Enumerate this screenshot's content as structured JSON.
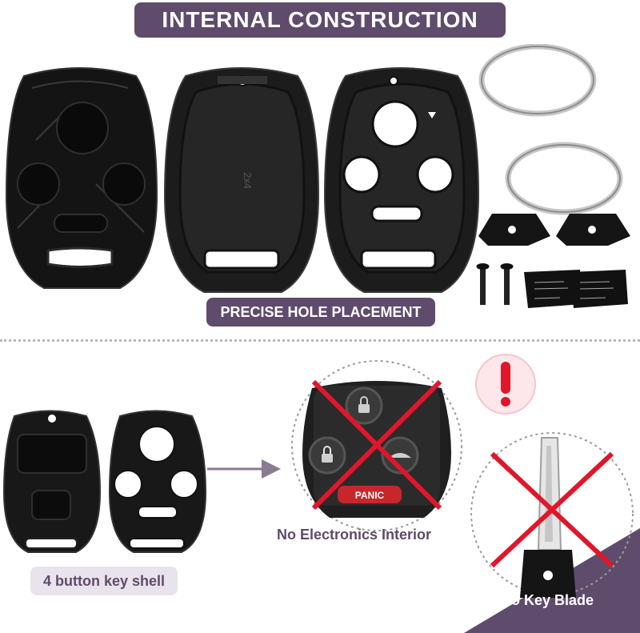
{
  "header": {
    "title": "INTERNAL CONSTRUCTION"
  },
  "labels": {
    "hole_placement": "PRECISE HOLE PLACEMENT",
    "key_shell": "4 button key shell",
    "no_electronics": "No Electronics Interior",
    "no_key_blade": "No Key Blade"
  },
  "small_print": {
    "pcb_button_text": "PANIC",
    "part_mark": "2x4"
  },
  "colors": {
    "accent_purple": "#5f4b6b",
    "cross_red": "#e0162b",
    "warning_red": "#e0162b",
    "shell_black": "#1a1a1a"
  },
  "icons": {
    "warning": "exclamation-icon",
    "arrow": "arrow-right-icon"
  }
}
